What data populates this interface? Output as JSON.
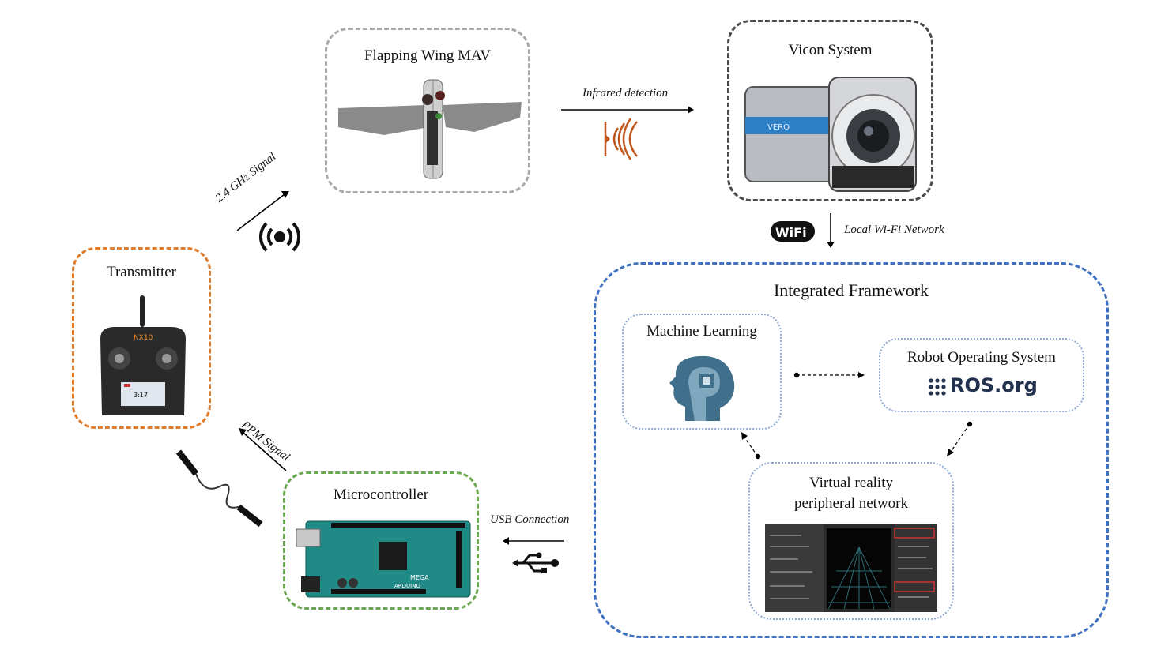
{
  "nodes": {
    "mav": "Flapping Wing MAV",
    "vicon": "Vicon System",
    "vicon_brand": "VERO",
    "transmitter": "Transmitter",
    "transmitter_brand": "NX10",
    "transmitter_screen": "3:17",
    "microcontroller": "Microcontroller",
    "arduino_brand": "ARDUINO",
    "arduino_model": "MEGA",
    "framework": "Integrated Framework",
    "ml": "Machine Learning",
    "ros": "Robot Operating System",
    "ros_logo": "ROS.org",
    "vr": "Virtual reality peripheral network"
  },
  "edges": {
    "infrared": "Infrared detection",
    "wifi": "Local Wi-Fi Network",
    "wifi_logo": "WiFi",
    "rf": "2.4 GHz Signal",
    "ppm": "PPM Signal",
    "usb": "USB Connection"
  },
  "colors": {
    "mav_border": "#a9a9a9",
    "vicon_border": "#4a4a4a",
    "transmitter_border": "#e07b2a",
    "micro_border": "#6aa84f",
    "framework_border": "#3f6fbf",
    "inner_border": "#8eaad6",
    "infrared_icon": "#c0561a"
  }
}
